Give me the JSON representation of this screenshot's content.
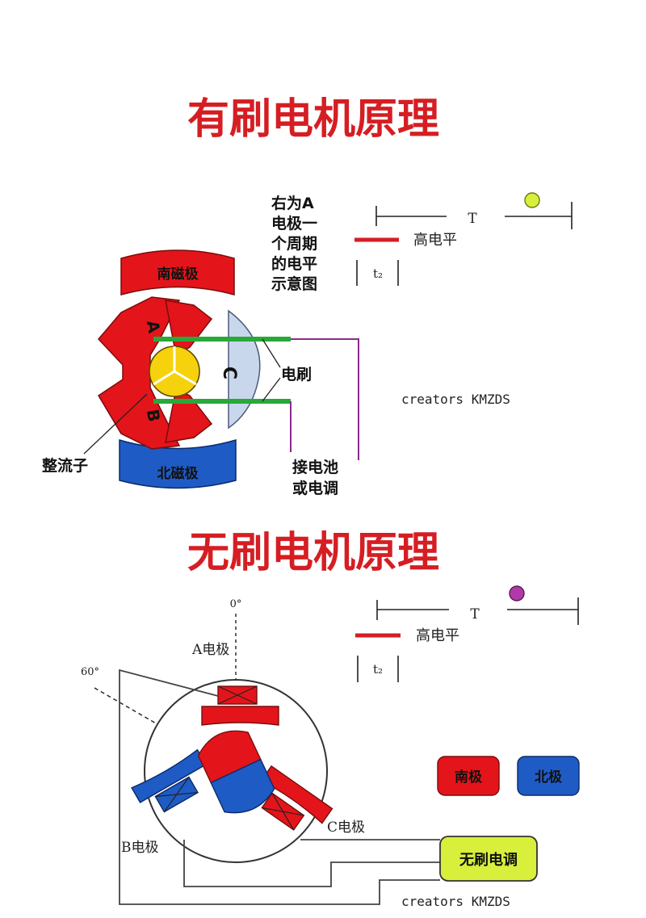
{
  "brushed": {
    "title": "有刷电机原理",
    "south_pole": "南磁极",
    "north_pole": "北磁极",
    "coil_a": "A",
    "coil_b": "B",
    "coil_c": "C",
    "brush_label": "电刷",
    "commutator_label": "整流子",
    "battery_label_line1": "接电池",
    "battery_label_line2": "或电调",
    "note_lines": [
      "右为A",
      "电极一",
      "个周期",
      "的电平",
      "示意图"
    ],
    "waveform": {
      "period_label": "T",
      "high_level_label": "高电平",
      "t2_label": "t₂"
    },
    "credit": "creators KMZDS"
  },
  "brushless": {
    "title": "无刷电机原理",
    "angle_0": "0°",
    "angle_60": "60°",
    "pole_a": "A电极",
    "pole_b": "B电极",
    "pole_c": "C电极",
    "esc_label": "无刷电调",
    "legend_south": "南极",
    "legend_north": "北极",
    "waveform": {
      "period_label": "T",
      "high_level_label": "高电平",
      "t2_label": "t₂"
    },
    "credit": "creators KMZDS"
  },
  "colors": {
    "red": "#e3151a",
    "blue": "#1f5bc4",
    "yellow": "#f5d20b",
    "green": "#2aa83a",
    "purple": "#8b2a8c",
    "light_blue": "#c9d7ec",
    "lime": "#d8ef3b",
    "title_red": "#d51e23"
  }
}
